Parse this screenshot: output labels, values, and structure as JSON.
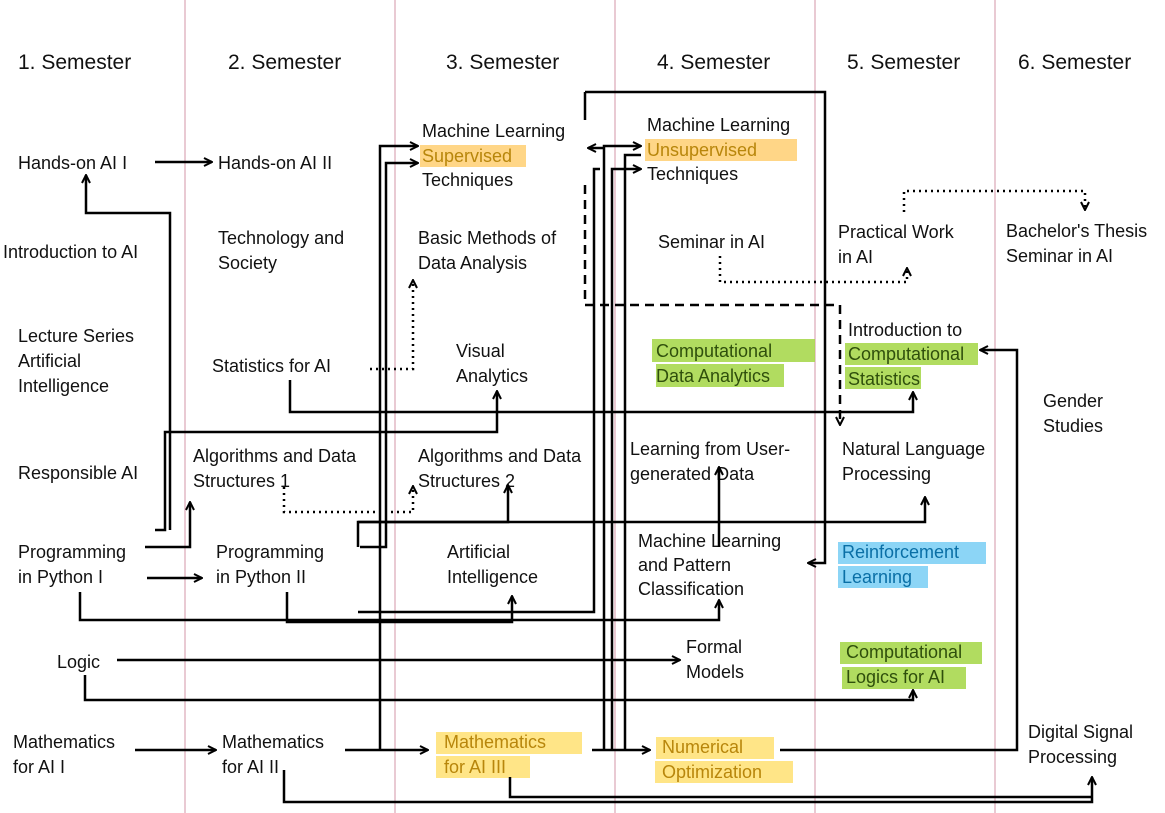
{
  "semesters": [
    "1. Semester",
    "2. Semester",
    "3. Semester",
    "4. Semester",
    "5. Semester",
    "6. Semester"
  ],
  "courses": {
    "hands_on_ai_1": [
      "Hands-on AI I"
    ],
    "intro_ai": [
      "Introduction to AI"
    ],
    "lecture_series": [
      "Lecture Series",
      "Artificial",
      "Intelligence"
    ],
    "responsible_ai": [
      "Responsible AI"
    ],
    "programming_python_1": [
      "Programming",
      "in Python I"
    ],
    "logic": [
      "Logic"
    ],
    "math_ai_1": [
      "Mathematics",
      "for AI I"
    ],
    "hands_on_ai_2": [
      "Hands-on AI II"
    ],
    "tech_society": [
      "Technology and",
      "Society"
    ],
    "stats_ai": [
      "Statistics for AI"
    ],
    "algo_ds_1": [
      "Algorithms and Data",
      "Structures 1"
    ],
    "programming_python_2": [
      "Programming",
      "in Python II"
    ],
    "math_ai_2": [
      "Mathematics",
      "for AI II"
    ],
    "ml_supervised": [
      "Machine Learning",
      "Supervised",
      "Techniques"
    ],
    "basic_methods": [
      "Basic Methods of",
      "Data Analysis"
    ],
    "visual_analytics": [
      "Visual",
      "Analytics"
    ],
    "algo_ds_2": [
      "Algorithms and Data",
      "Structures 2"
    ],
    "artificial_intelligence": [
      "Artificial",
      "Intelligence"
    ],
    "math_ai_3": [
      "Mathematics",
      "for AI III"
    ],
    "ml_unsupervised": [
      "Machine Learning",
      "Unsupervised",
      "Techniques"
    ],
    "seminar_ai": [
      "Seminar in AI"
    ],
    "comp_data_analytics": [
      "Computational",
      "Data Analytics"
    ],
    "learning_user_data": [
      "Learning from User-",
      "generated Data"
    ],
    "ml_pattern": [
      "Machine Learning",
      "and Pattern",
      "Classification"
    ],
    "formal_models": [
      "Formal",
      "Models"
    ],
    "numerical_opt": [
      "Numerical",
      "Optimization"
    ],
    "practical_work": [
      "Practical Work",
      "in AI"
    ],
    "intro_comp_stats": [
      "Introduction to",
      "Computational",
      "Statistics"
    ],
    "nlp": [
      "Natural Language",
      "Processing"
    ],
    "reinforcement": [
      "Reinforcement",
      "Learning"
    ],
    "comp_logics": [
      "Computational",
      "Logics for AI"
    ],
    "bachelor_thesis": [
      "Bachelor's Thesis",
      "Seminar in AI"
    ],
    "gender_studies": [
      "Gender",
      "Studies"
    ],
    "digital_signal": [
      "Digital Signal",
      "Processing"
    ]
  },
  "colors": {
    "separator": "#b04060",
    "highlight_orange": "#ffd27a",
    "highlight_green": "#a9d84f",
    "highlight_blue": "#7fd0f5"
  }
}
